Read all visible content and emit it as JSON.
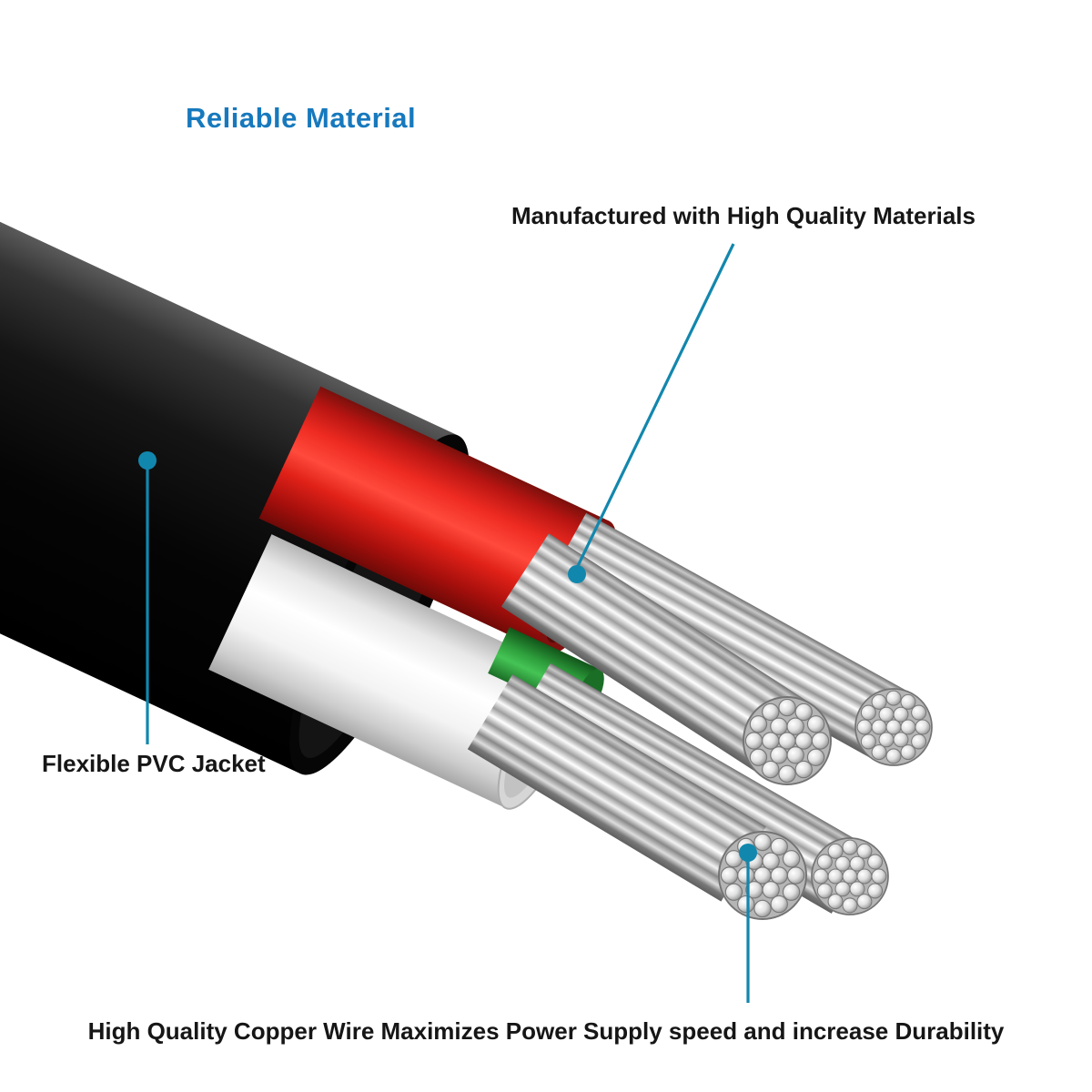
{
  "title": "Reliable Material",
  "callouts": [
    {
      "id": "materials",
      "label": "Manufactured with High Quality Materials"
    },
    {
      "id": "jacket",
      "label": "Flexible PVC Jacket"
    },
    {
      "id": "copper",
      "label": "High Quality Copper Wire Maximizes Power Supply speed and increase Durability"
    }
  ],
  "parts": [
    "pvc-jacket",
    "red-insulated-wire",
    "white-insulated-wire",
    "green-insulated-wire",
    "stranded-copper-wire-bundles"
  ],
  "colors": {
    "accent": "#1287ad",
    "title_blue": "#1779bd",
    "jacket_black": "#0d0d0d",
    "wire_red": "#e02419",
    "wire_white": "#f4f4f4",
    "wire_green": "#2fa43c",
    "copper_silver": "#c9c9c9"
  }
}
